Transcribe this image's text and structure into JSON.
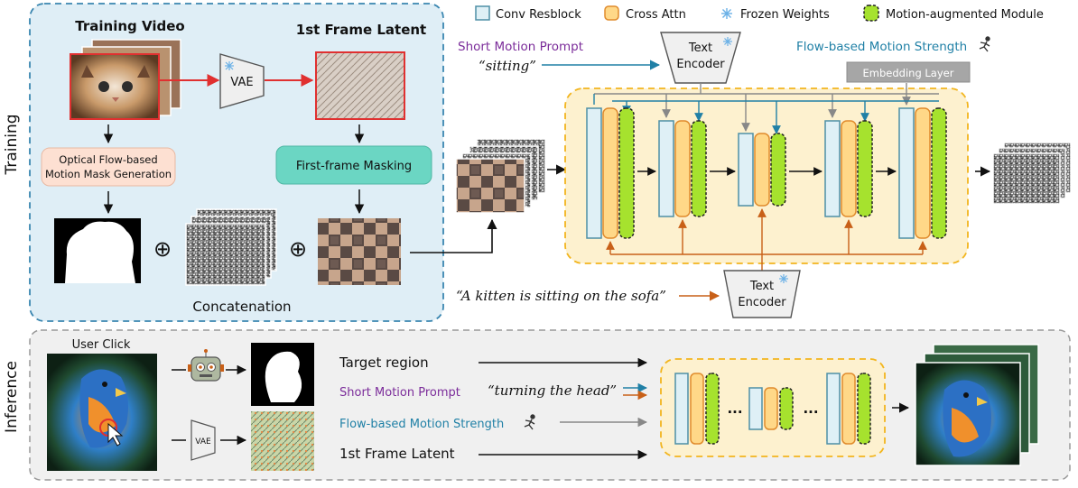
{
  "side_labels": {
    "training": "Training",
    "inference": "Inference"
  },
  "legend": [
    {
      "label": "Conv Resblock",
      "color": "#dff0f6",
      "stroke": "#4e8fa6"
    },
    {
      "label": "Cross Attn",
      "color": "#ffd888",
      "stroke": "#e08b2c"
    },
    {
      "label": "Frozen Weights",
      "icon": "snowflake-icon"
    },
    {
      "label": "Motion-augmented Module",
      "color": "#a6e22e",
      "stroke": "#333333"
    }
  ],
  "training": {
    "training_video": "Training Video",
    "first_frame_latent": "1st Frame Latent",
    "vae": "VAE",
    "optical_flow": [
      "Optical Flow-based",
      "Motion Mask Generation"
    ],
    "first_frame_masking": "First-frame Masking",
    "concatenation": "Concatenation",
    "short_motion_prompt": "Short Motion Prompt",
    "short_prompt_text": "“sitting”",
    "text_encoder_top": [
      "Text",
      "Encoder"
    ],
    "flow_motion_strength": "Flow-based Motion Strength",
    "embedding_layer": "Embedding Layer",
    "caption": "“A kitten is sitting on the sofa”",
    "text_encoder_bottom": [
      "Text",
      "Encoder"
    ]
  },
  "inference": {
    "user_click": "User Click",
    "vae": "VAE",
    "target_region": "Target region",
    "short_motion_prompt": "Short Motion Prompt",
    "short_prompt_text": "“turning the head”",
    "flow_motion_strength": "Flow-based Motion Strength",
    "first_frame_latent": "1st Frame Latent",
    "ellipsis": "..."
  },
  "colors": {
    "training_bg": "#dfeef6",
    "training_border": "#3a86b0",
    "unet_bg": "#fdf1cf",
    "unet_border": "#f2b51e",
    "purple": "#7b2c9a",
    "teal": "#2080a6",
    "orange": "#c86018",
    "mint": "#6bd6c3",
    "pink": "#fde0d2",
    "red": "#e03030"
  }
}
